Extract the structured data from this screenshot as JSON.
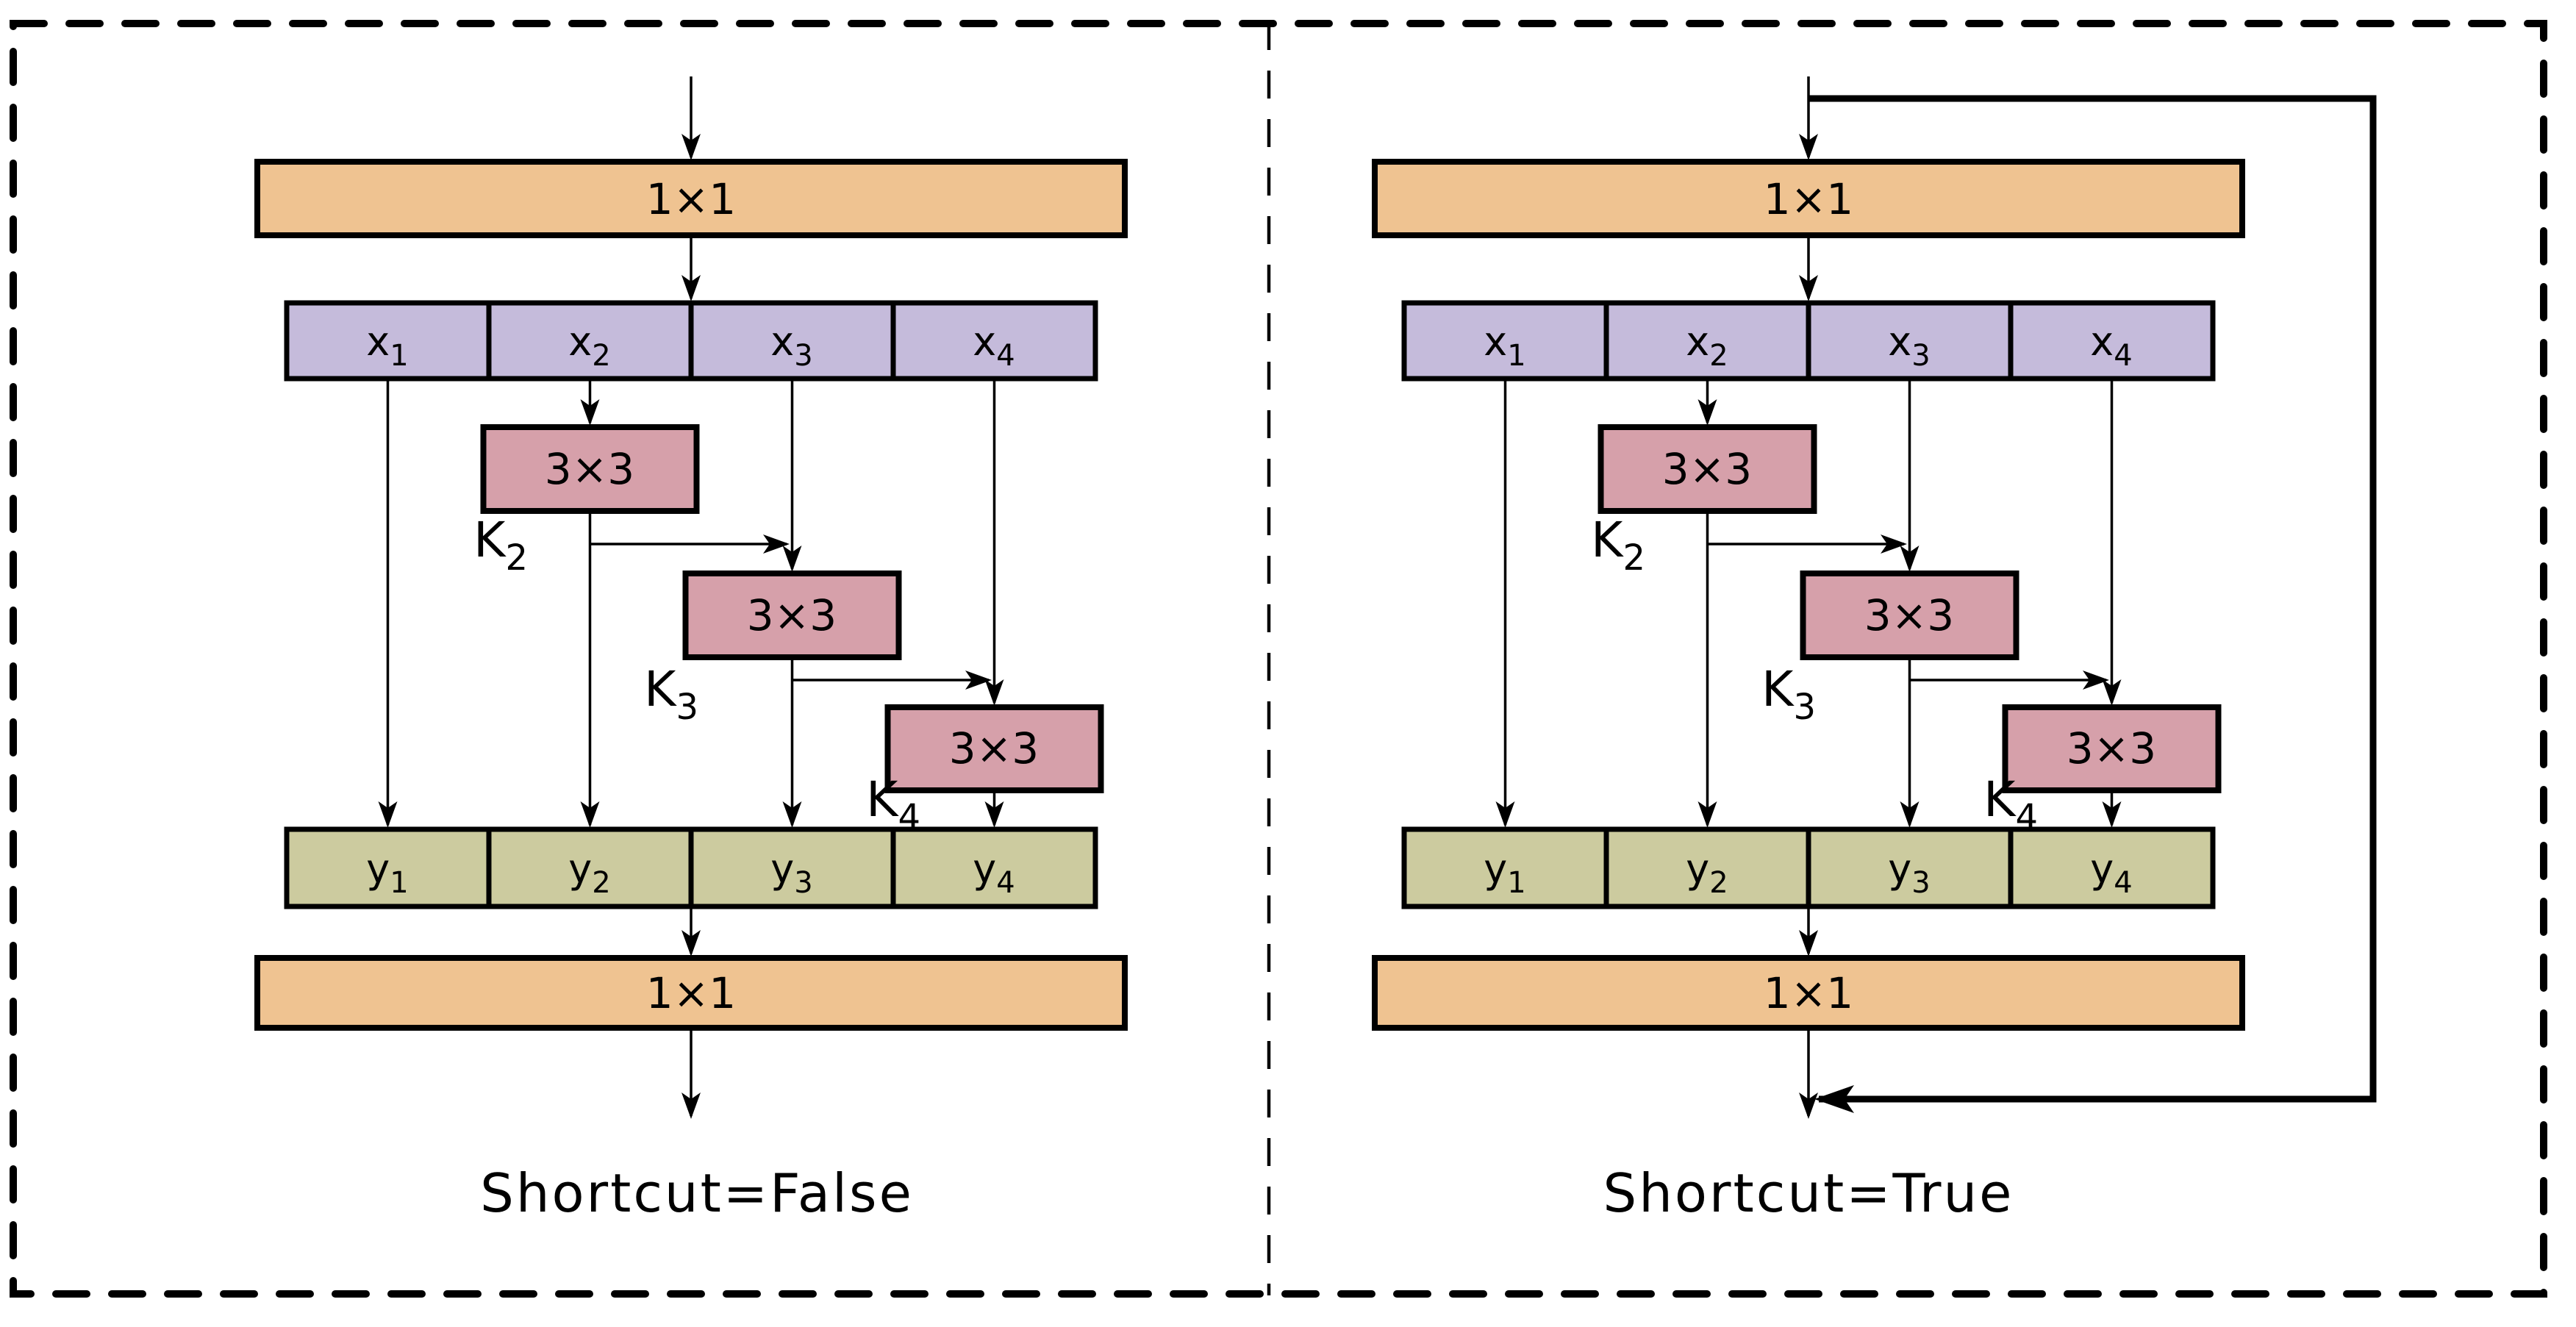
{
  "colors": {
    "conv_fill": "#EFC391",
    "split_fill": "#C5BBDB",
    "kernel_fill": "#D6A0AA",
    "output_fill": "#CCCB9F",
    "stroke": "#000000",
    "background": "#FFFFFF"
  },
  "panels": [
    {
      "caption": "Shortcut=False",
      "conv_top": "1×1",
      "conv_bottom": "1×1",
      "splits": [
        {
          "base": "x",
          "sub": "1"
        },
        {
          "base": "x",
          "sub": "2"
        },
        {
          "base": "x",
          "sub": "3"
        },
        {
          "base": "x",
          "sub": "4"
        }
      ],
      "outputs": [
        {
          "base": "y",
          "sub": "1"
        },
        {
          "base": "y",
          "sub": "2"
        },
        {
          "base": "y",
          "sub": "3"
        },
        {
          "base": "y",
          "sub": "4"
        }
      ],
      "kernels": [
        {
          "box": "3×3",
          "base": "K",
          "sub": "2"
        },
        {
          "box": "3×3",
          "base": "K",
          "sub": "3"
        },
        {
          "box": "3×3",
          "base": "K",
          "sub": "4"
        }
      ]
    },
    {
      "caption": "Shortcut=True",
      "conv_top": "1×1",
      "conv_bottom": "1×1",
      "splits": [
        {
          "base": "x",
          "sub": "1"
        },
        {
          "base": "x",
          "sub": "2"
        },
        {
          "base": "x",
          "sub": "3"
        },
        {
          "base": "x",
          "sub": "4"
        }
      ],
      "outputs": [
        {
          "base": "y",
          "sub": "1"
        },
        {
          "base": "y",
          "sub": "2"
        },
        {
          "base": "y",
          "sub": "3"
        },
        {
          "base": "y",
          "sub": "4"
        }
      ],
      "kernels": [
        {
          "box": "3×3",
          "base": "K",
          "sub": "2"
        },
        {
          "box": "3×3",
          "base": "K",
          "sub": "3"
        },
        {
          "box": "3×3",
          "base": "K",
          "sub": "4"
        }
      ]
    }
  ]
}
